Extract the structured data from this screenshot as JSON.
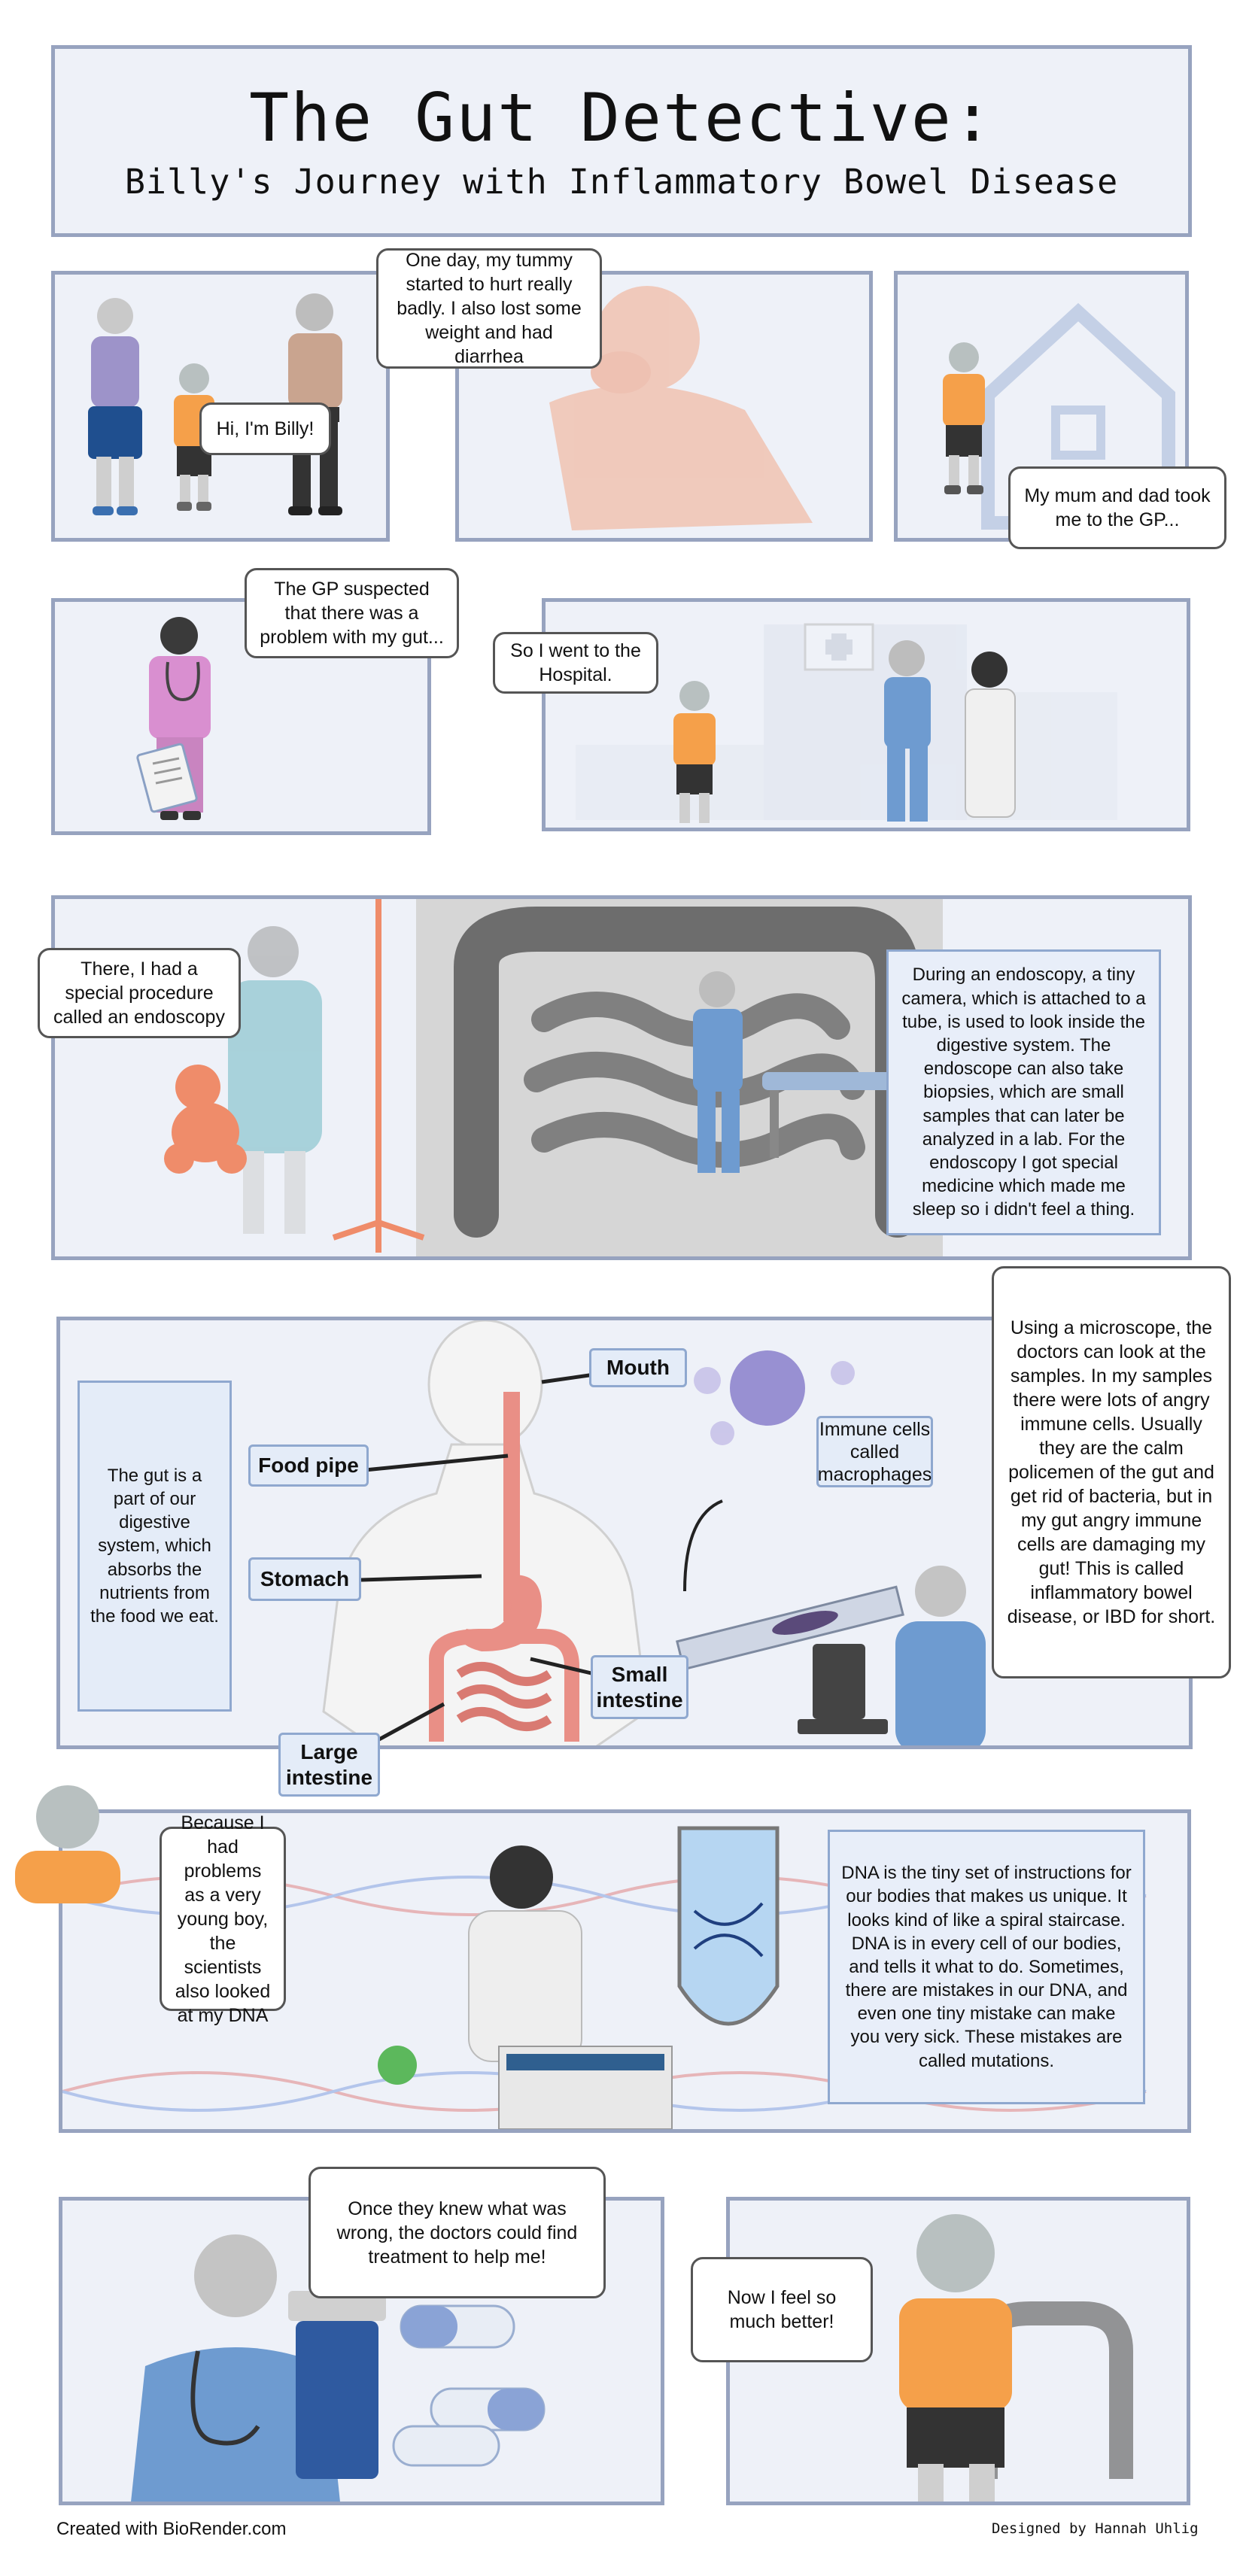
{
  "title": {
    "main": "The Gut Detective:",
    "subtitle": "Billy's Journey with Inflammatory Bowel Disease"
  },
  "row1": {
    "billy_intro": "Hi, I'm Billy!",
    "tummy": "One day, my tummy started to hurt really badly. I also lost some weight and had diarrhea",
    "gp_visit": "My mum and dad took me to the GP..."
  },
  "row2": {
    "gp_suspect": "The GP suspected that there was a problem with my gut...",
    "hospital": "So I went to the Hospital."
  },
  "row3": {
    "procedure": "There, I had a special procedure called an endoscopy",
    "endoscopy_info": "During an endoscopy, a tiny camera, which is attached to a tube, is used to look inside the digestive system. The endoscope can also take biopsies, which are small samples that can later be analyzed in a lab. For the endoscopy I got special medicine which made me sleep so i didn't feel a thing."
  },
  "row4": {
    "gut_info": "The gut is a part of our digestive system, which absorbs the nutrients from the food we eat.",
    "labels": {
      "mouth": "Mouth",
      "food_pipe": "Food pipe",
      "stomach": "Stomach",
      "small_intestine": "Small intestine",
      "large_intestine": "Large intestine",
      "immune_cells": "Immune cells called macrophages"
    },
    "microscope": "Using a microscope, the doctors can look at the samples. In my samples there were lots of angry immune cells. Usually they are the calm policemen of the gut and get rid of bacteria, but in my gut angry immune cells are damaging my gut! This is called inflammatory bowel disease, or IBD for short."
  },
  "row5": {
    "young_boy": "Because I had problems as a very young boy, the scientists also looked at my DNA",
    "dna_info": "DNA is the tiny set of instructions for our bodies that makes us unique. It looks kind of like a spiral staircase. DNA is in every cell of our bodies, and tells it what to do. Sometimes, there are mistakes in our DNA, and even one tiny mistake can make you very sick. These mistakes are called mutations."
  },
  "row6": {
    "treatment": "Once they knew what was wrong, the doctors could find treatment to help me!",
    "better": "Now I feel so much better!"
  },
  "footer": {
    "created": "Created with BioRender.com",
    "designed": "Designed by Hannah Uhlig"
  },
  "colors": {
    "panel_bg": "#eef1f8",
    "panel_border": "#97a3bf",
    "info_bg": "#e4ecf8",
    "info_border": "#8fa8cf",
    "billy_shirt": "#f5a04a",
    "scrubs": "#6e9bd0",
    "gut_gray": "#5a5a5a",
    "organ_pink": "#e98f86"
  }
}
